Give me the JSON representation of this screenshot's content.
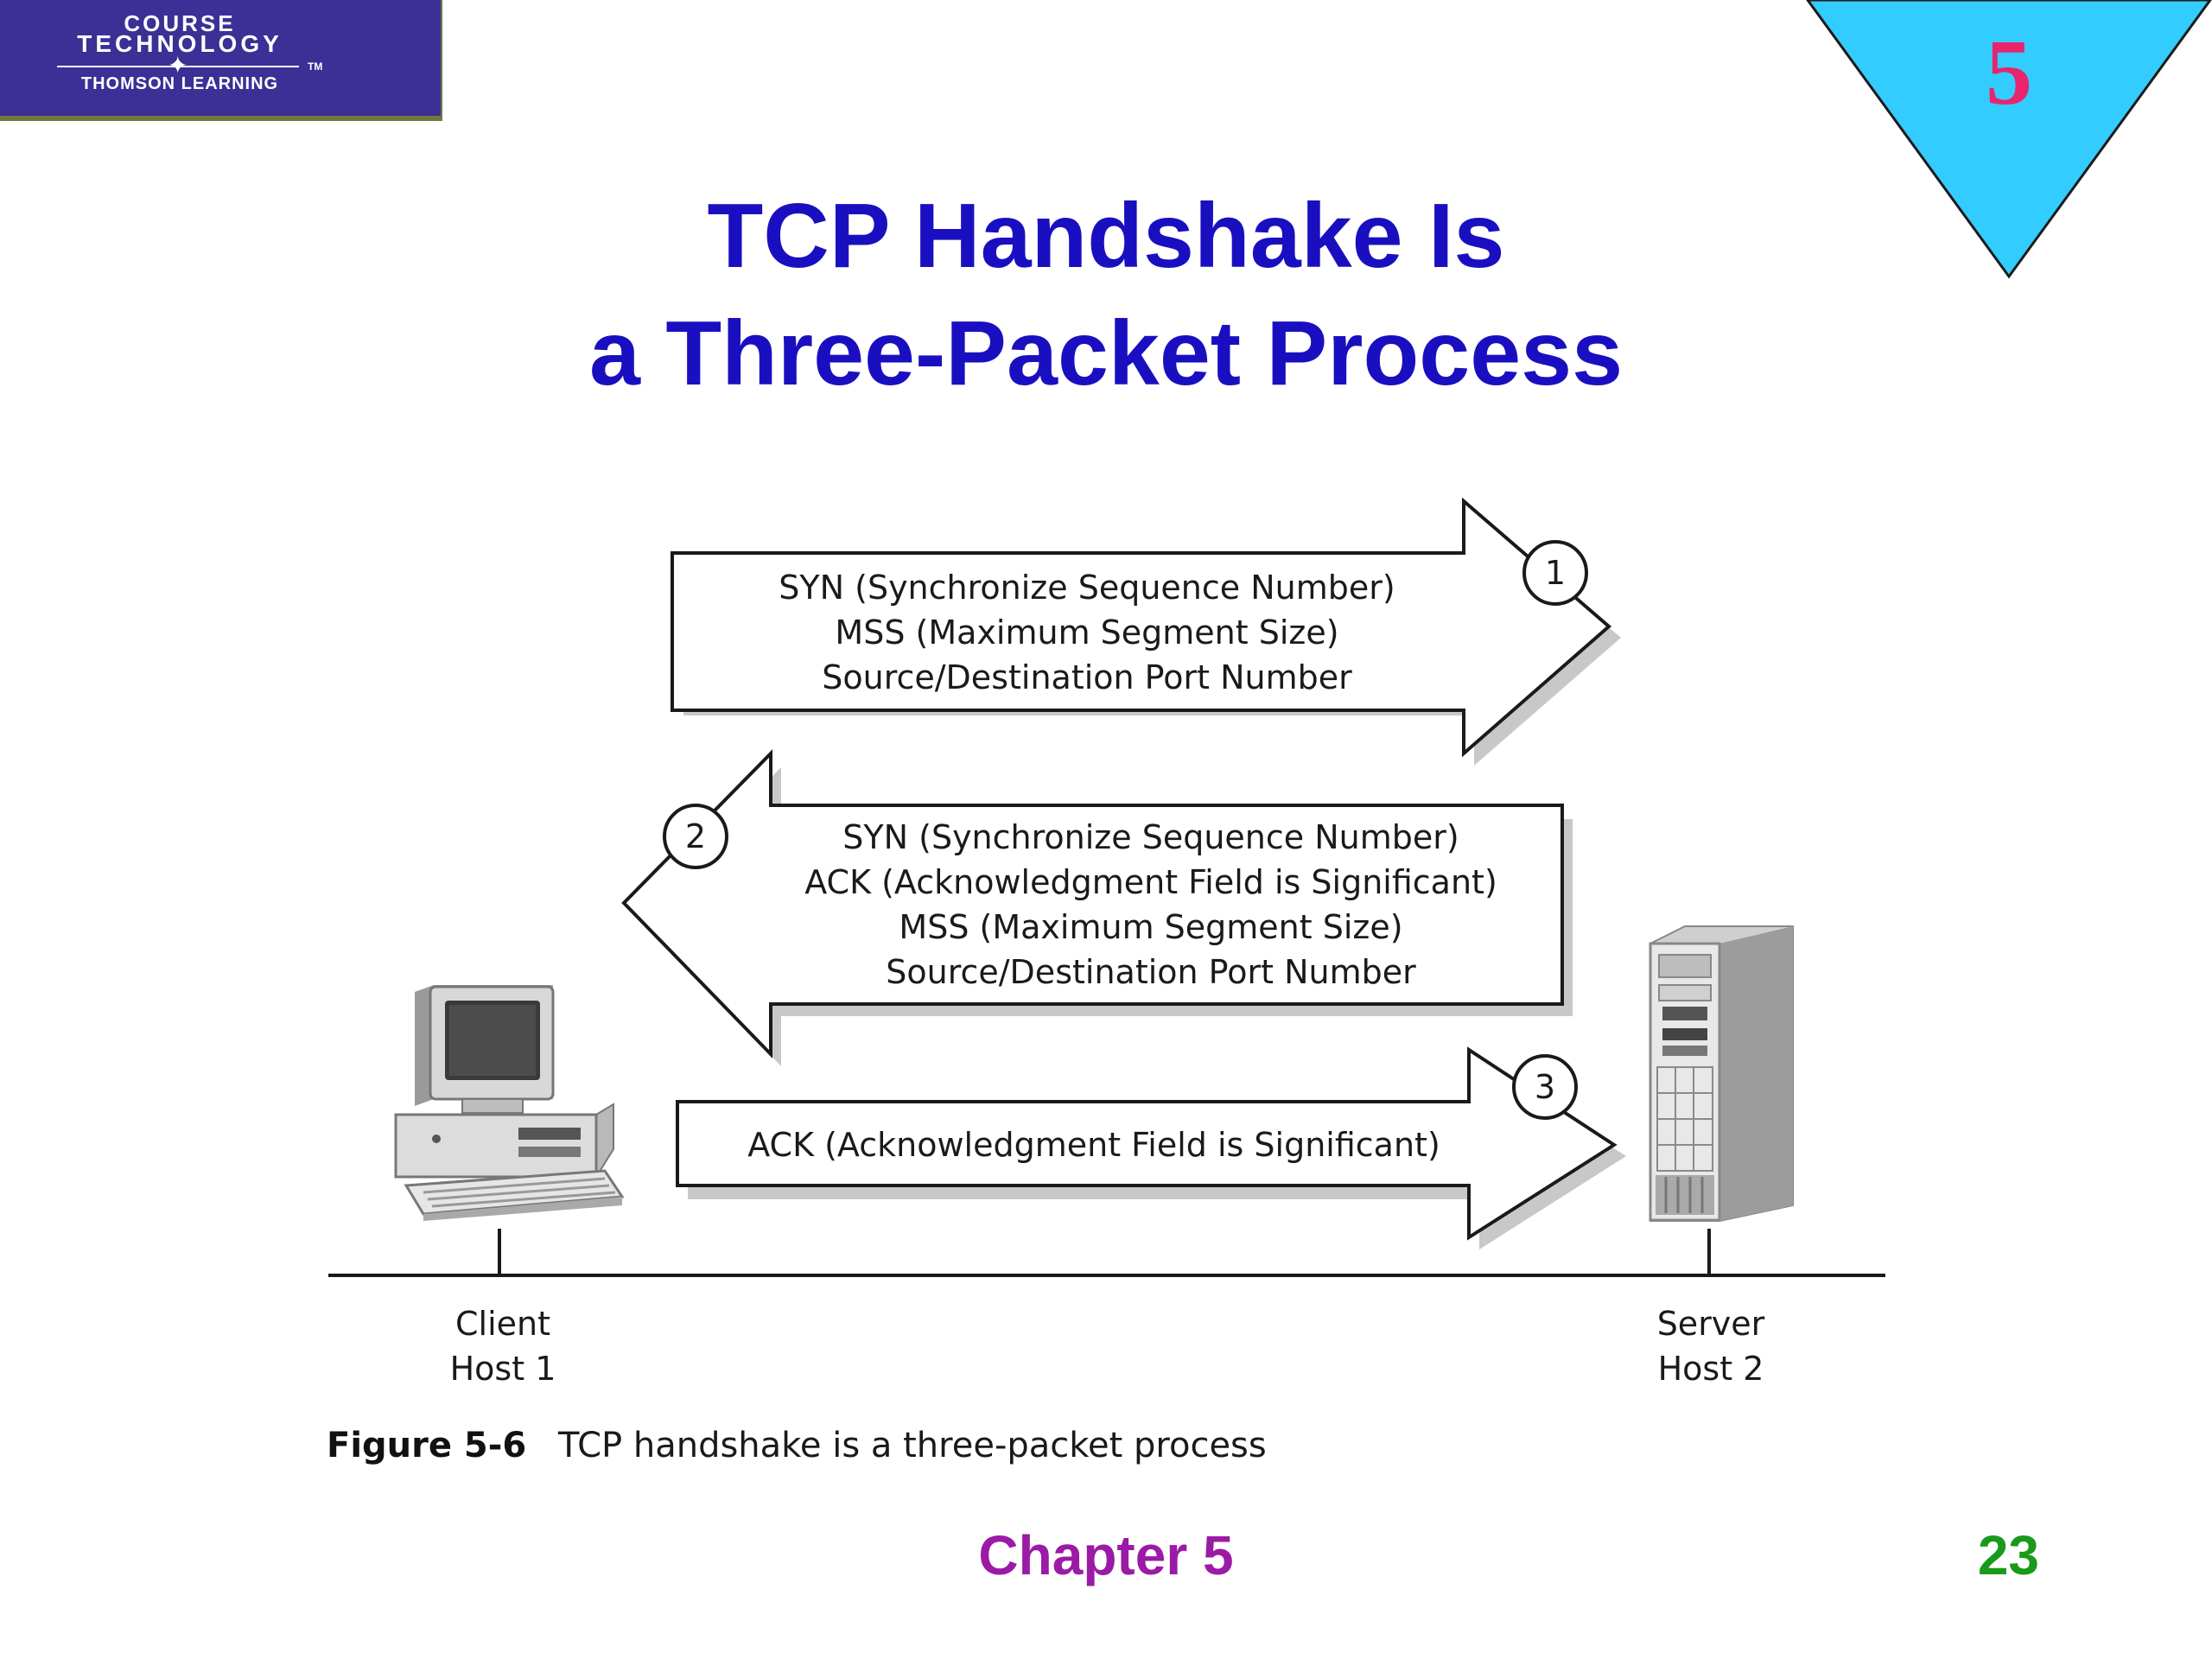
{
  "logo": {
    "line1": "COURSE",
    "line2": "TECHNOLOGY",
    "line3": "THOMSON LEARNING",
    "tm": "TM"
  },
  "corner": {
    "chapter_number": "5"
  },
  "title": {
    "line1": "TCP Handshake Is",
    "line2": "a Three-Packet Process"
  },
  "diagram": {
    "packet1": {
      "step": "1",
      "lines": [
        "SYN (Synchronize Sequence Number)",
        "MSS (Maximum Segment Size)",
        "Source/Destination Port Number"
      ]
    },
    "packet2": {
      "step": "2",
      "lines": [
        "SYN (Synchronize Sequence Number)",
        "ACK (Acknowledgment Field is Significant)",
        "MSS (Maximum Segment Size)",
        "Source/Destination Port Number"
      ]
    },
    "packet3": {
      "step": "3",
      "lines": [
        "ACK (Acknowledgment Field is Significant)"
      ]
    },
    "client": {
      "line1": "Client",
      "line2": "Host 1"
    },
    "server": {
      "line1": "Server",
      "line2": "Host 2"
    },
    "caption": {
      "label": "Figure 5-6",
      "text": "TCP handshake is a three-packet process"
    }
  },
  "footer": {
    "chapter": "Chapter 5",
    "page": "23"
  },
  "colors": {
    "title": "#1a0fc0",
    "logo_bg": "#3c2f96",
    "triangle": "#33ccff",
    "chapter_num": "#e8246e",
    "footer_chapter": "#9b1aa6",
    "footer_page": "#1a9a1a"
  }
}
